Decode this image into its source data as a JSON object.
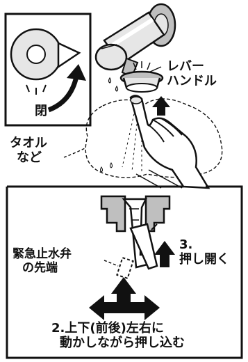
{
  "labels": {
    "closed": "閉",
    "lever_line1": "レバー",
    "lever_line2": "ハンドル",
    "towel_line1": "タオル",
    "towel_line2": "など",
    "valve_tip_line1": "緊急止水弁",
    "valve_tip_line2": "の先端",
    "step3_number": "3.",
    "step3_text": "押し開く",
    "step2_line1": "2.上下(前後)左右に",
    "step2_line2": "動かしながら押し込む"
  },
  "colors": {
    "ink": "#111111",
    "paper": "#ffffff",
    "shade": "#bfbfbf",
    "light": "#e6e6e6"
  }
}
